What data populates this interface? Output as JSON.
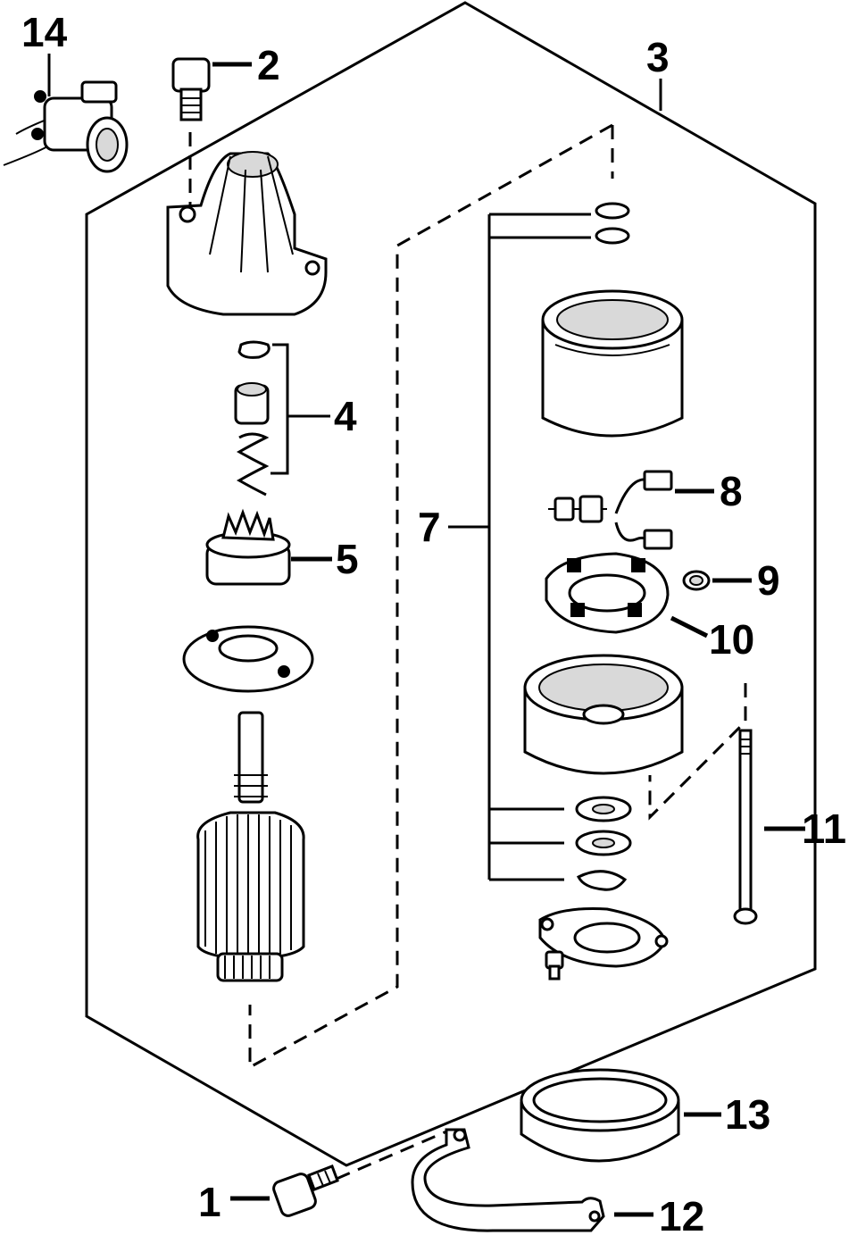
{
  "callouts": {
    "c1": "1",
    "c2": "2",
    "c3": "3",
    "c4": "4",
    "c5": "5",
    "c7": "7",
    "c8": "8",
    "c9": "9",
    "c10": "10",
    "c11": "11",
    "c12": "12",
    "c13": "13",
    "c14": "14"
  },
  "colors": {
    "ink": "#000000",
    "paper": "#ffffff"
  }
}
